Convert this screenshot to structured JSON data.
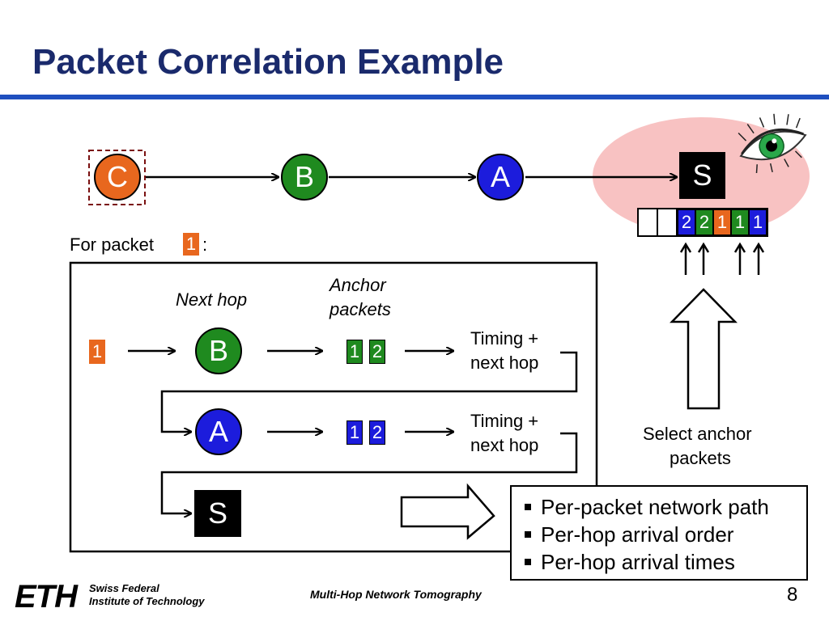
{
  "title": "Packet Correlation Example",
  "top_nodes": {
    "c": "C",
    "b": "B",
    "a": "A",
    "s": "S"
  },
  "buffer": [
    "2",
    "2",
    "1",
    "1",
    "1"
  ],
  "for_packet": {
    "prefix": "For packet",
    "packet": "1",
    "suffix": ":"
  },
  "labels": {
    "next_hop": "Next hop",
    "anchor_line1": "Anchor",
    "anchor_line2": "packets"
  },
  "row1": {
    "packet": "1",
    "node": "B",
    "anchors": [
      "1",
      "2"
    ],
    "result_line1": "Timing +",
    "result_line2": "next hop"
  },
  "row2": {
    "node": "A",
    "anchors": [
      "1",
      "2"
    ],
    "result_line1": "Timing +",
    "result_line2": "next hop"
  },
  "row3": {
    "node": "S"
  },
  "select": {
    "line1": "Select anchor",
    "line2": "packets"
  },
  "results": [
    "Per-packet network path",
    "Per-hop arrival order",
    "Per-hop arrival times"
  ],
  "footer": {
    "logo": "ETH",
    "inst_line1": "Swiss Federal",
    "inst_line2": "Institute of Technology",
    "center": "Multi-Hop Network Tomography",
    "page": "8"
  },
  "colors": {
    "orange": "#e8671e",
    "green": "#1f8a1f",
    "blue": "#1c1cdc",
    "title": "#1a2a6c",
    "rule": "#1f4fbf",
    "observer": "#f8c2c2"
  },
  "icons": [
    "eye-icon",
    "arrow-right-icon",
    "block-arrow-up-icon",
    "block-arrow-right-icon"
  ]
}
